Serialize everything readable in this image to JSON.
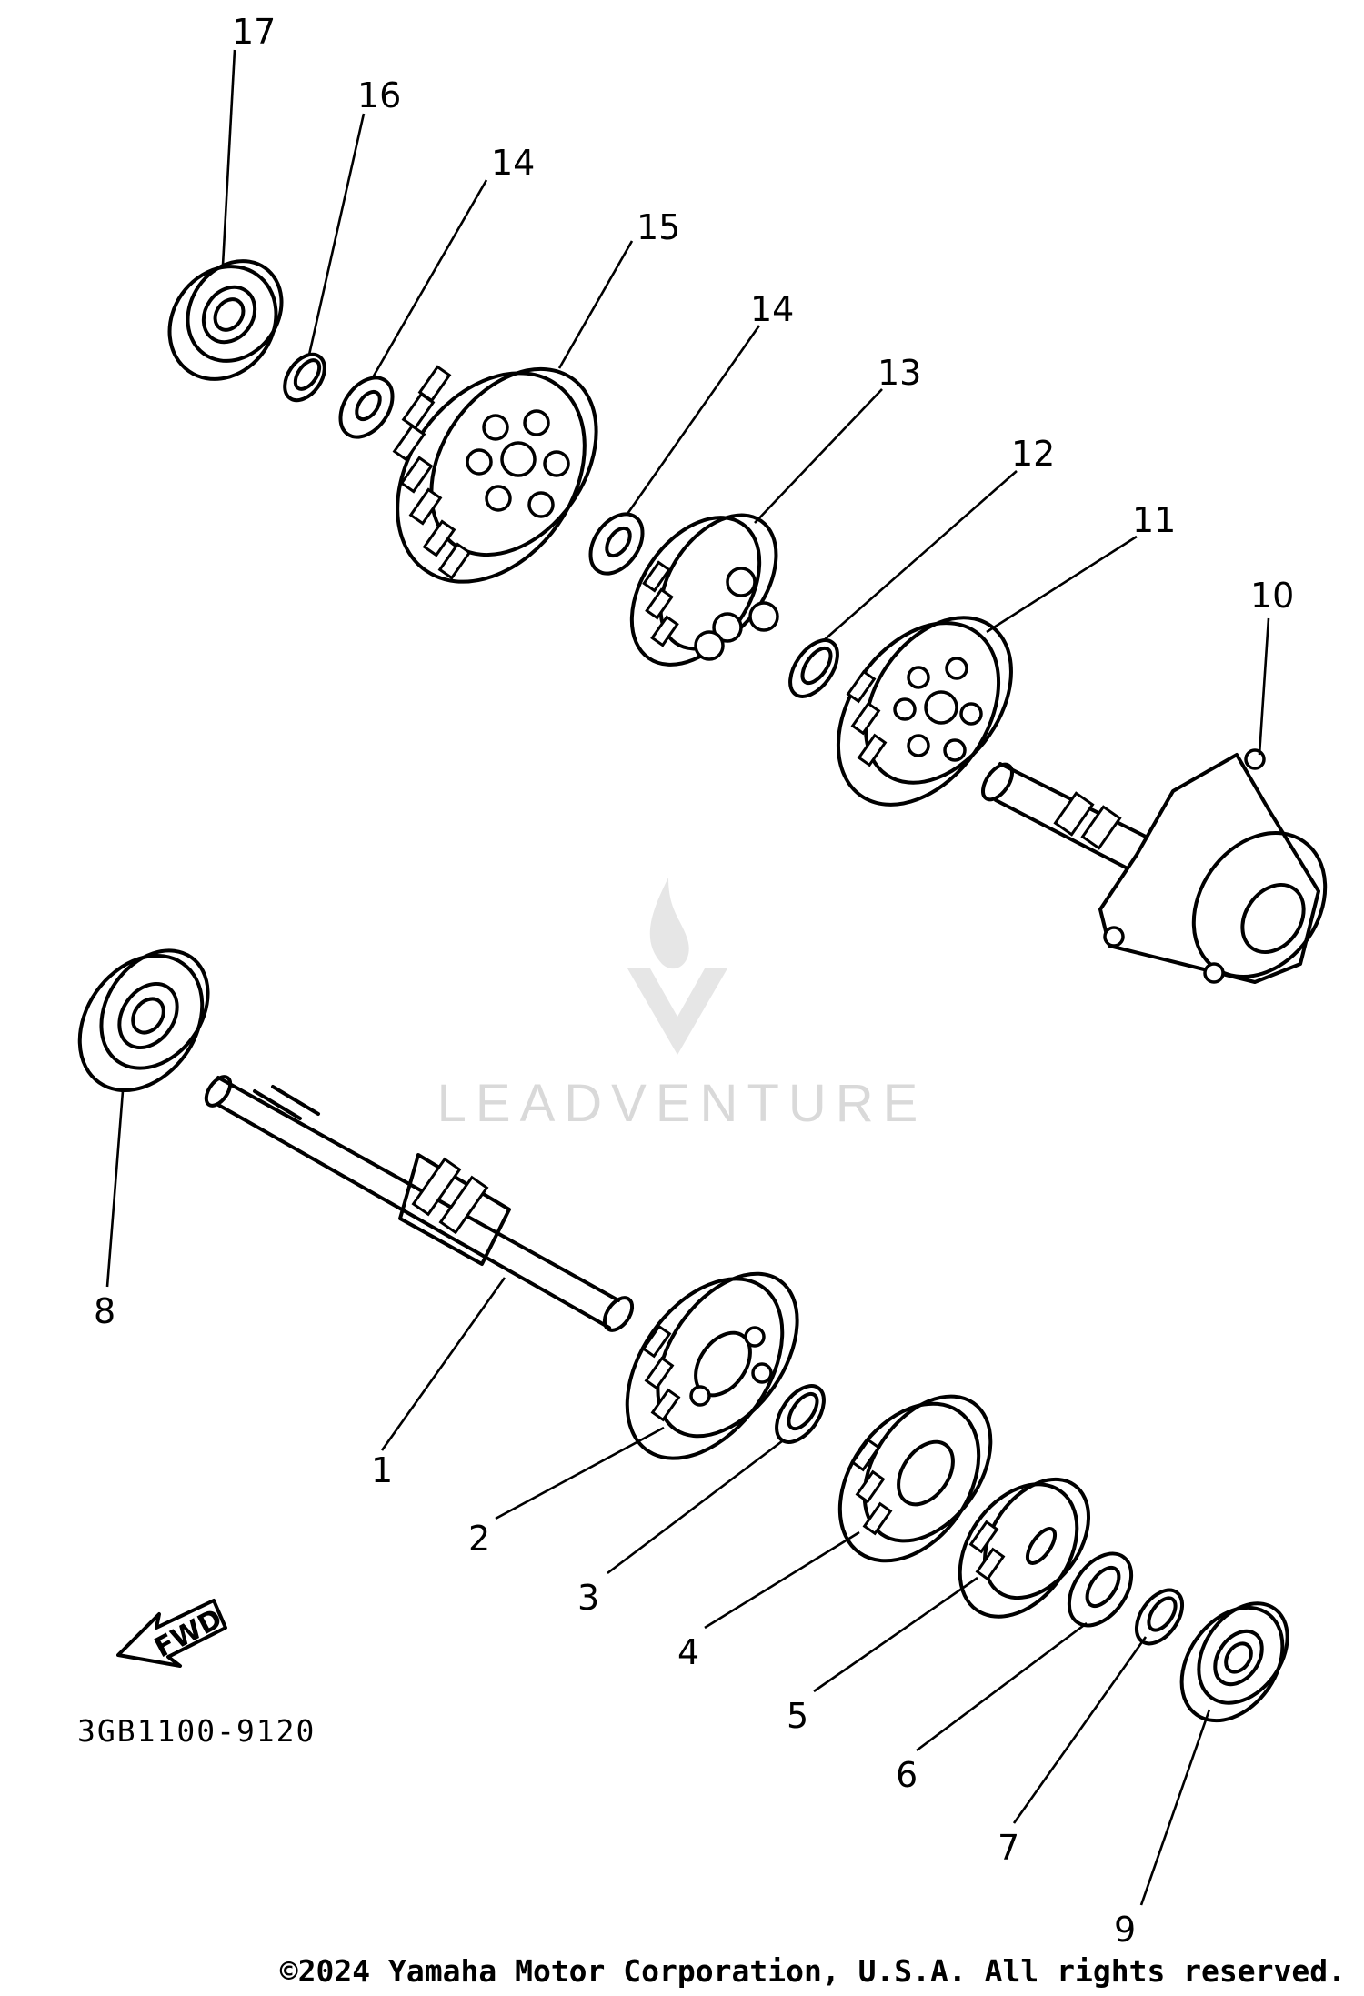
{
  "diagram_code": "3GB1100-9120",
  "fwd_label": "FWD",
  "watermark": "LEADVENTURE",
  "copyright": "©2024 Yamaha Motor Corporation, U.S.A. All rights reserved.",
  "part_numbers": [
    "1",
    "2",
    "3",
    "4",
    "5",
    "6",
    "7",
    "8",
    "9",
    "10",
    "11",
    "12",
    "13",
    "14",
    "14",
    "15",
    "16",
    "17"
  ]
}
